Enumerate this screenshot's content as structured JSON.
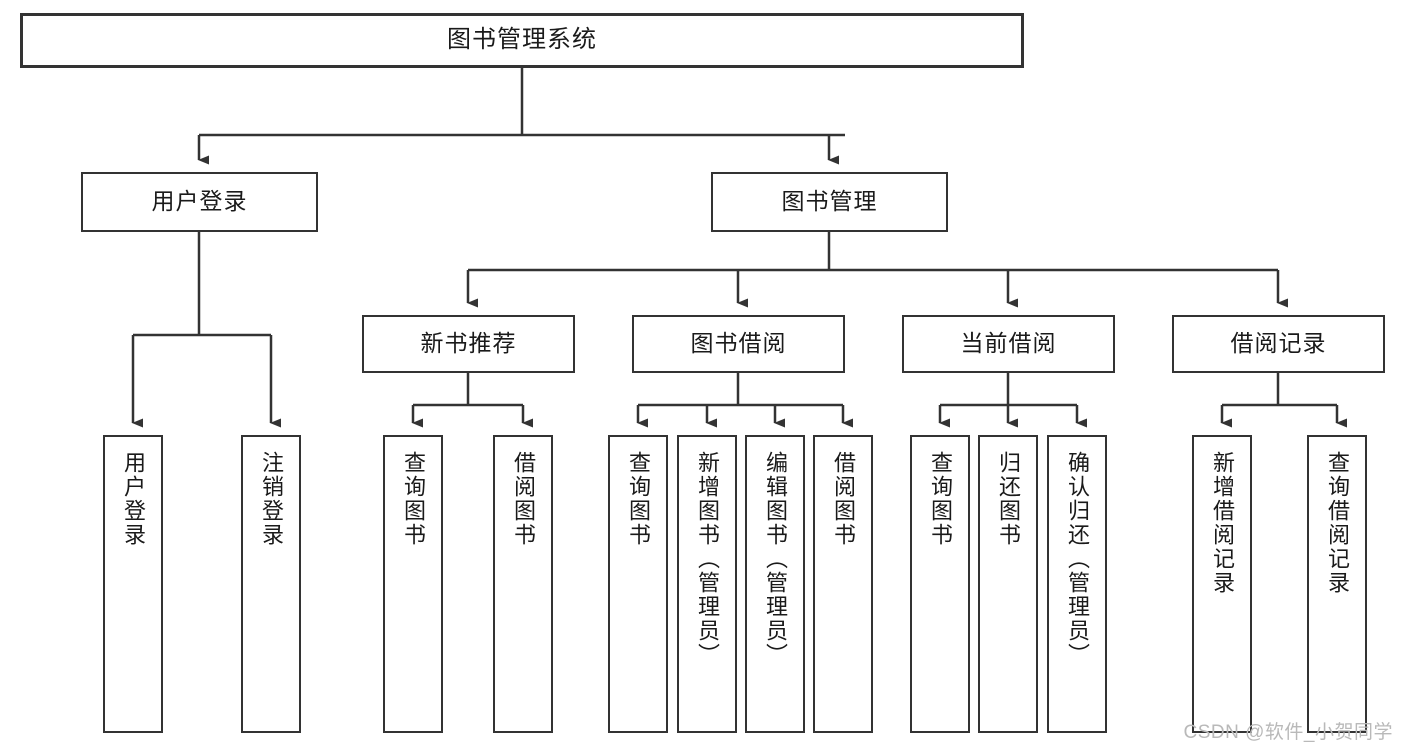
{
  "diagram": {
    "title": "图书管理系统",
    "type": "tree",
    "root": {
      "label": "图书管理系统"
    },
    "level2": [
      {
        "label": "用户登录"
      },
      {
        "label": "图书管理"
      }
    ],
    "level3": [
      {
        "label": "新书推荐"
      },
      {
        "label": "图书借阅"
      },
      {
        "label": "当前借阅"
      },
      {
        "label": "借阅记录"
      }
    ],
    "leaves": {
      "user_login": [
        {
          "label": "用户登录"
        },
        {
          "label": "注销登录"
        }
      ],
      "new_book": [
        {
          "label": "查询图书"
        },
        {
          "label": "借阅图书"
        }
      ],
      "book_borrow": [
        {
          "label": "查询图书"
        },
        {
          "label": "新增图书（管理员）"
        },
        {
          "label": "编辑图书（管理员）"
        },
        {
          "label": "借阅图书"
        }
      ],
      "current_borrow": [
        {
          "label": "查询图书"
        },
        {
          "label": "归还图书"
        },
        {
          "label": "确认归还（管理员）"
        }
      ],
      "borrow_record": [
        {
          "label": "新增借阅记录"
        },
        {
          "label": "查询借阅记录"
        }
      ]
    }
  },
  "watermark": {
    "text": "CSDN @软件_小贺同学"
  },
  "colors": {
    "border": "#333333",
    "background": "#ffffff",
    "text": "#1a1a1a",
    "watermark": "#b9b9b9"
  }
}
